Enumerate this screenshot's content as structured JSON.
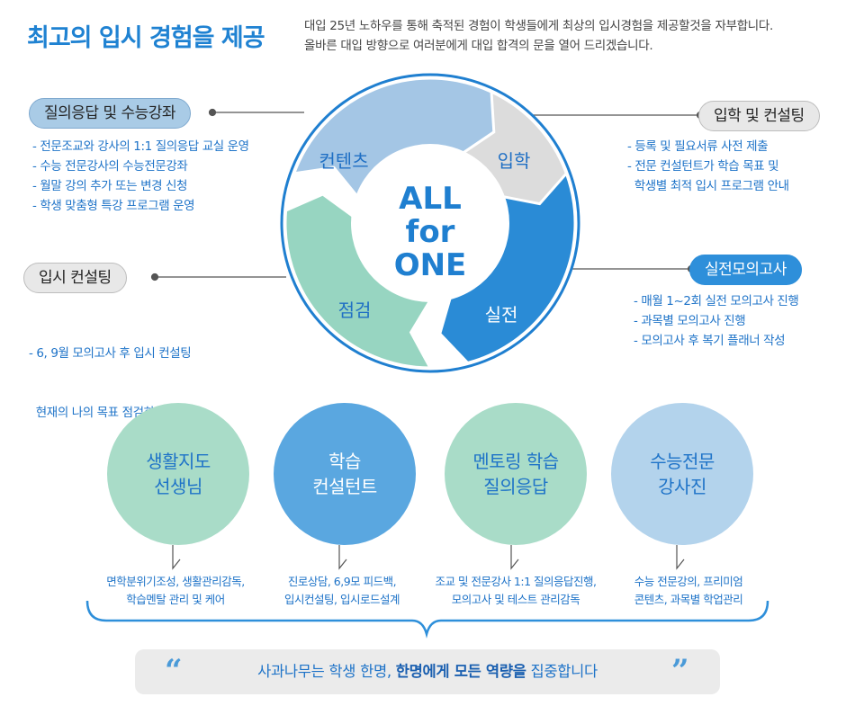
{
  "header": {
    "title": "최고의 입시 경험을 제공",
    "intro_line1": "대입 25년 노하우를 통해 축적된 경험이 학생들에게 최상의 입시경험을 제공할것을 자부합니다.",
    "intro_line2": "올바른 대입 방향으로 여러분에게 대입 합격의 문을 열어 드리겠습니다."
  },
  "cycle": {
    "center_line1": "ALL",
    "center_line2": "for",
    "center_line3": "ONE",
    "segments": [
      {
        "label": "컨텐츠",
        "color": "#a4c6e5"
      },
      {
        "label": "입학",
        "color": "#dcdcdc"
      },
      {
        "label": "실전",
        "color": "#2a8bd6"
      },
      {
        "label": "점검",
        "color": "#97d5c1"
      }
    ]
  },
  "services": {
    "top_left": {
      "title": "질의응답 및 수능강좌",
      "items": [
        "- 전문조교와 강사의 1:1 질의응답 교실 운영",
        "- 수능 전문강사의 수능전문강좌",
        "- 월말 강의 추가 또는 변경 신청",
        "- 학생 맞춤형 특강 프로그램 운영"
      ]
    },
    "bottom_left": {
      "title": "입시 컨설팅",
      "items": [
        "- 6, 9월 모의고사 후 입시 컨설팅",
        "  현재의 나의 목표 점검하기"
      ]
    },
    "top_right": {
      "title": "입학 및 컨설팅",
      "items": [
        "- 등록 및 필요서류 사전 제출",
        "- 전문 컨설턴트가 학습 목표 및",
        "  학생별 최적 입시 프로그램 안내"
      ]
    },
    "bottom_right": {
      "title": "실전모의고사",
      "items": [
        "- 매월 1~2회 실전 모의고사 진행",
        "- 과목별 모의고사 진행",
        "- 모의고사 후 복기 플래너 작성"
      ]
    }
  },
  "roles": [
    {
      "title": "생활지도\n선생님",
      "desc": "면학분위기조성, 생활관리감독,\n학습멘탈 관리 및 케어",
      "color": "#a9dcc8",
      "text_color": "#1e73c8"
    },
    {
      "title": "학습\n컨설턴트",
      "desc": "진로상담, 6,9모 피드백,\n입시컨설팅, 입시로드설계",
      "color": "#5aa7e0",
      "text_color": "#ffffff"
    },
    {
      "title": "멘토링 학습\n질의응답",
      "desc": "조교 및 전문강사 1:1 질의응답진행,\n모의고사 및 테스트 관리감독",
      "color": "#a9dcc8",
      "text_color": "#1e73c8"
    },
    {
      "title": "수능전문\n강사진",
      "desc": "수능 전문강의, 프리미엄\n콘텐츠, 과목별 학업관리",
      "color": "#b3d3ec",
      "text_color": "#1e73c8"
    }
  ],
  "footer": {
    "quote_open": "“",
    "quote_close": "”",
    "text_before": "사과나무는 학생 한명, ",
    "text_bold": "한명에게 모든 역량을",
    "text_after": " 집중합니다"
  }
}
